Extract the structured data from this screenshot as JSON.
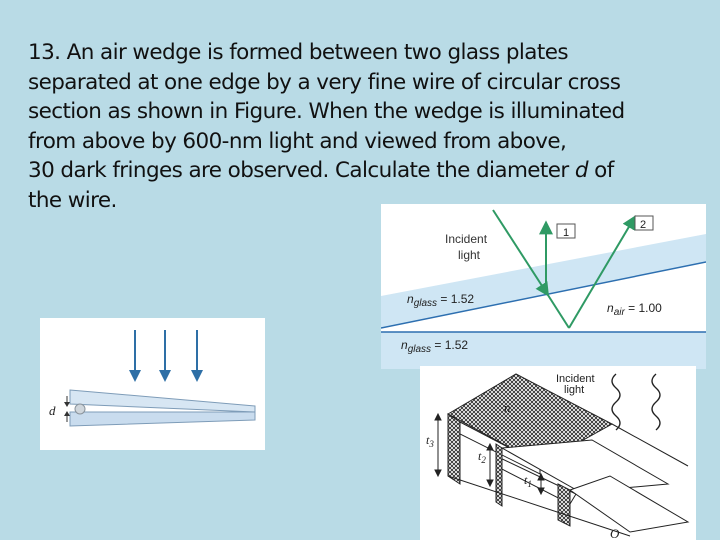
{
  "problem": {
    "line1": "13. An air wedge is formed between two glass plates",
    "line2": "separated at one edge by a very fine wire of circular cross",
    "line3": "section as shown in Figure. When the wedge is illuminated",
    "line4": "from above by 600-nm light and viewed from above,",
    "line5_before": "30 dark fringes are observed. Calculate the diameter ",
    "line5_var": "d",
    "line5_after": " of",
    "line6": "the wire."
  },
  "figure_wedge": {
    "d_label": "d"
  },
  "figure_interference": {
    "incident_label_1": "Incident",
    "incident_label_2": "light",
    "ray1_label": "1",
    "ray2_label": "2",
    "n_glass_top_sym": "n",
    "n_glass_top_sub": "glass",
    "n_glass_top_val": " = 1.52",
    "n_air_sym": "n",
    "n_air_sub": "air",
    "n_air_val": " = 1.00",
    "n_glass_bottom_sym": "n",
    "n_glass_bottom_sub": "glass",
    "n_glass_bottom_val": " = 1.52"
  },
  "figure_layers": {
    "incident_label_1": "Incident",
    "incident_label_2": "light",
    "n_label": "n",
    "t1_label": "t",
    "t1_sub": "1",
    "t2_label": "t",
    "t2_sub": "2",
    "t3_label": "t",
    "t3_sub": "3",
    "o_label": "O"
  }
}
